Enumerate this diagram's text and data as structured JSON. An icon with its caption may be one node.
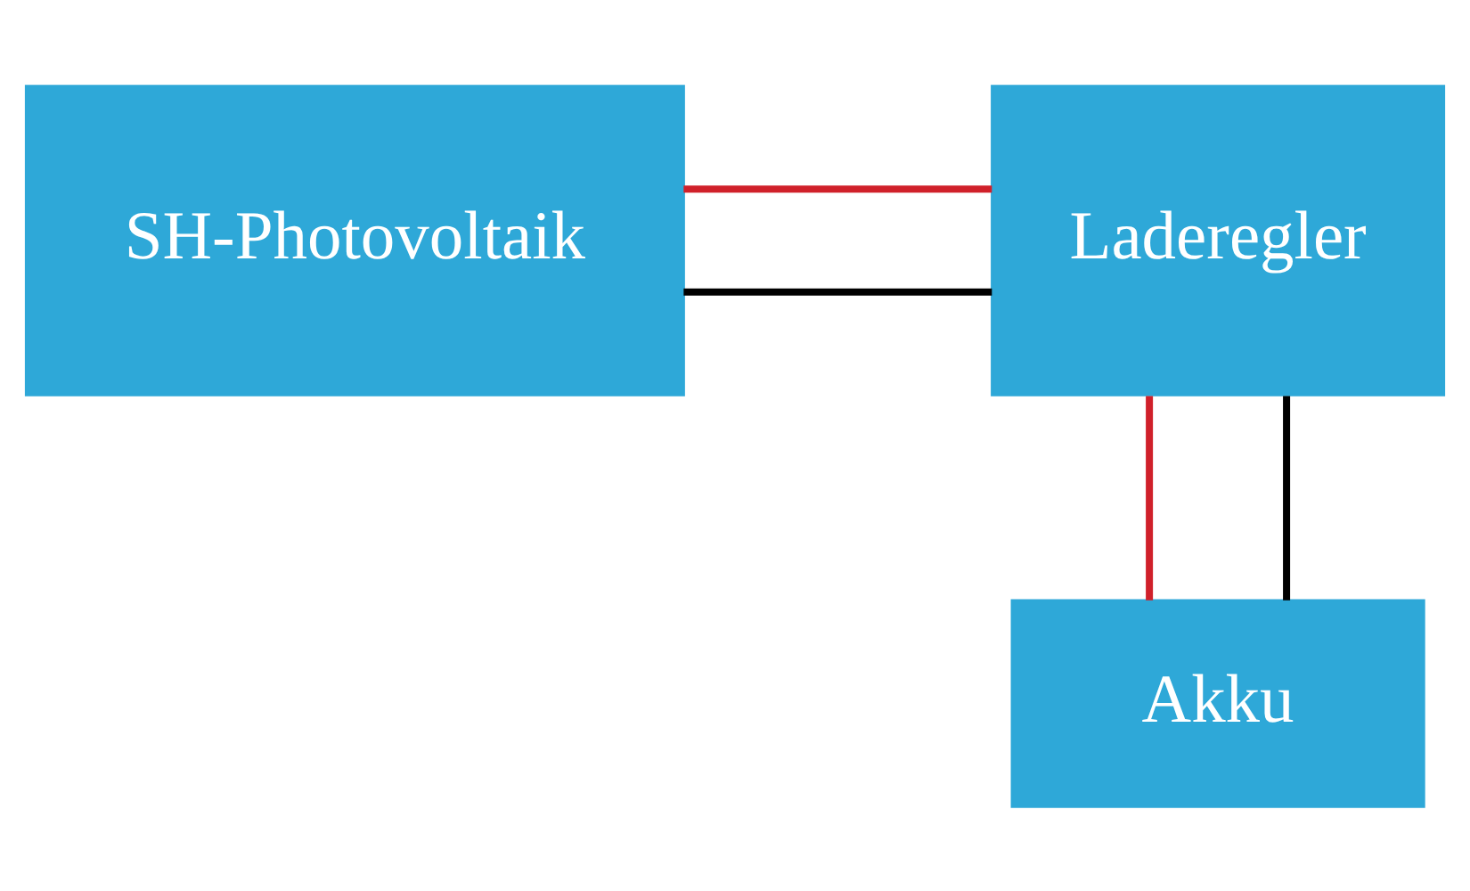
{
  "diagram": {
    "nodes": [
      {
        "text": [
          "SH-Photovoltaik"
        ]
      },
      {
        "text": [
          "Laderegler"
        ]
      },
      {
        "text": [
          "Akku"
        ]
      }
    ],
    "edges": [
      {
        "from": 0,
        "to": 1,
        "arrow": "none",
        "color": "#d0202a"
      },
      {
        "from": 0,
        "to": 1,
        "arrow": "none",
        "color": "#000000"
      },
      {
        "from": 1,
        "to": 2,
        "arrow": "none",
        "color": "#d0202a"
      },
      {
        "from": 1,
        "to": 2,
        "arrow": "none",
        "color": "#000000"
      }
    ]
  }
}
